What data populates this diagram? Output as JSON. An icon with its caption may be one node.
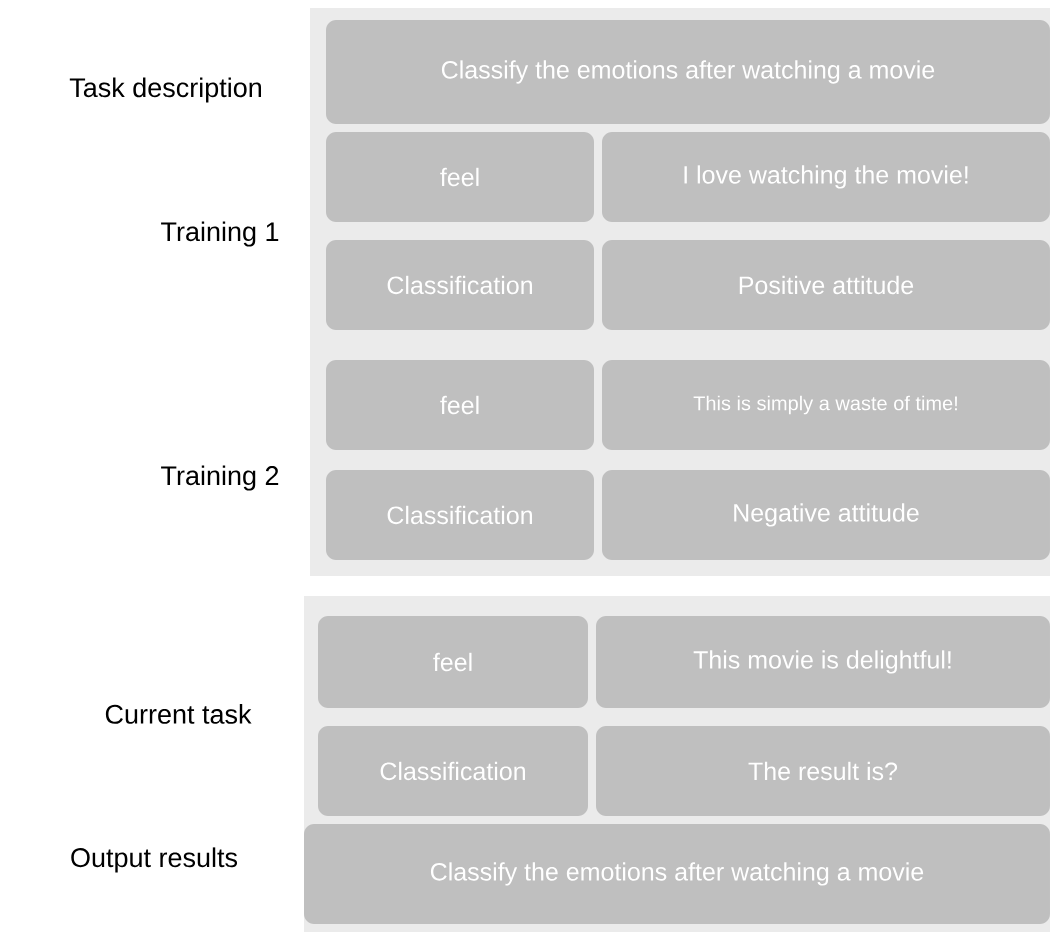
{
  "diagram": {
    "nodes": [
      {
        "text": [
          "Classify the emotions after watching a movie"
        ]
      },
      {
        "text": [
          "feel"
        ]
      },
      {
        "text": [
          "I love watching the movie!"
        ]
      },
      {
        "text": [
          "Classification"
        ]
      },
      {
        "text": [
          "Positive attitude"
        ]
      },
      {
        "text": [
          "feel"
        ]
      },
      {
        "text": [
          "This is simply a waste of time!"
        ]
      },
      {
        "text": [
          "Classification"
        ]
      },
      {
        "text": [
          "Negative attitude"
        ]
      },
      {
        "text": [
          "feel"
        ]
      },
      {
        "text": [
          "This movie is delightful!"
        ]
      },
      {
        "text": [
          "Classification"
        ]
      },
      {
        "text": [
          "The result is?"
        ]
      },
      {
        "text": [
          "Classify the emotions after watching a movie"
        ]
      }
    ],
    "labels": [
      "Task description",
      "Training 1",
      "Training 2",
      "Current task",
      "Output results"
    ]
  }
}
